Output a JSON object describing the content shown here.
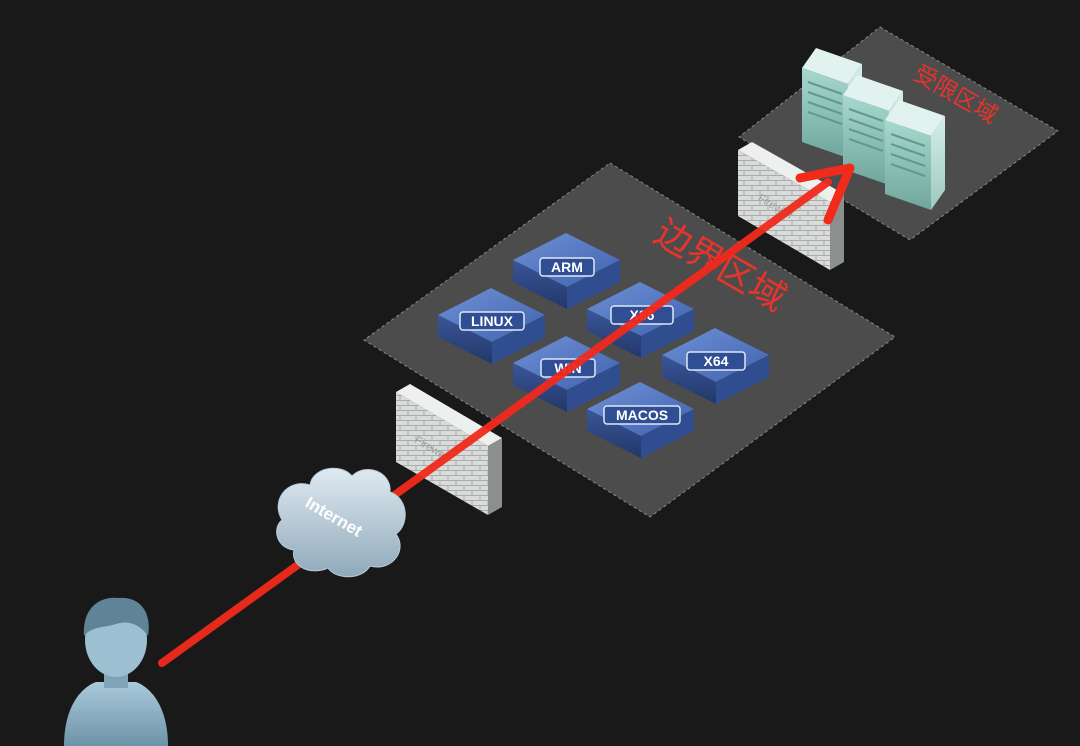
{
  "zones": {
    "border": {
      "label": "边界区域",
      "color": "#e8342a"
    },
    "restricted": {
      "label": "受限区域",
      "color": "#e8342a"
    }
  },
  "firewalls": {
    "outer": {
      "label": "Firewall"
    },
    "inner": {
      "label": "Firewall"
    }
  },
  "internet": {
    "label": "Internet"
  },
  "servers": {
    "arm": "ARM",
    "linux": "LINUX",
    "x86": "X86",
    "win": "WIN",
    "x64": "X64",
    "macos": "MACOS"
  },
  "icons": {
    "user": "user-icon",
    "cloud": "cloud-icon",
    "firewall": "firewall-icon",
    "server": "server-icon",
    "tower": "server-tower-icon"
  },
  "colors": {
    "background": "#191919",
    "platform": "#545454",
    "attack_path": "#f12a1c",
    "server_blue": "#3b64b8",
    "tower_teal": "#8fc9bd",
    "firewall": "#cfd3d0",
    "person": "#8fb3c6"
  }
}
